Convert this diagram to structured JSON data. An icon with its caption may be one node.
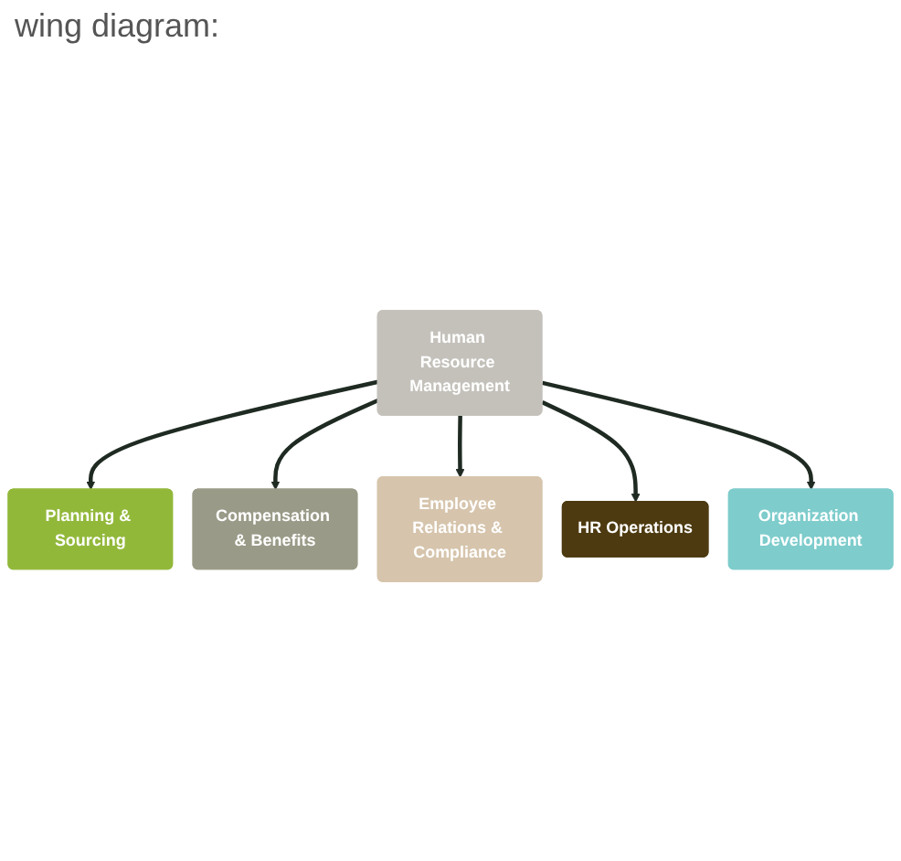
{
  "diagram": {
    "nodes": [
      {
        "text": [
          "Human Resource Management"
        ]
      },
      {
        "text": [
          "Planning & Sourcing"
        ]
      },
      {
        "text": [
          "Compensation & Benefits"
        ]
      },
      {
        "text": [
          "Employee Relations & Compliance"
        ]
      },
      {
        "text": [
          "HR Operations"
        ]
      },
      {
        "text": [
          "Organization Development"
        ]
      }
    ],
    "edges": [
      {
        "from": 0,
        "to": 1,
        "arrow": "to"
      },
      {
        "from": 0,
        "to": 2,
        "arrow": "to"
      },
      {
        "from": 0,
        "to": 3,
        "arrow": "to"
      },
      {
        "from": 0,
        "to": 4,
        "arrow": "to"
      },
      {
        "from": 0,
        "to": 5,
        "arrow": "to"
      }
    ],
    "labels": [
      "wing diagram:"
    ]
  }
}
